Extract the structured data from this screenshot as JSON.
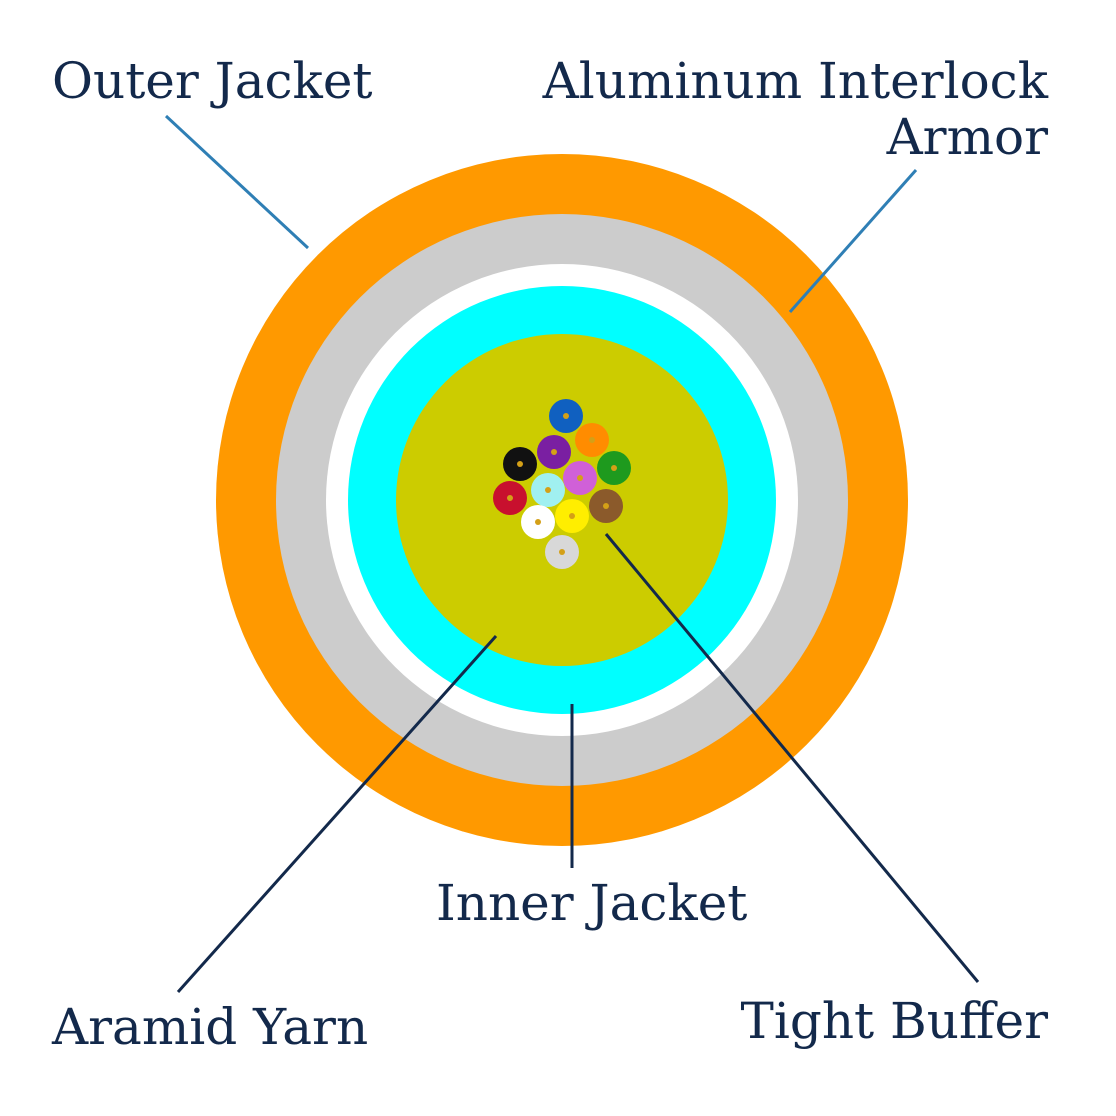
{
  "labels": {
    "outer_jacket": "Outer Jacket",
    "armor_line1": "Aluminum Interlock",
    "armor_line2": "Armor",
    "inner_jacket": "Inner Jacket",
    "aramid_yarn": "Aramid Yarn",
    "tight_buffer": "Tight Buffer"
  },
  "colors": {
    "text": "#13294b",
    "leader_blue": "#2f7fb5",
    "leader_dark": "#13294b",
    "outer_jacket": "#ff9900",
    "armor": "#cccccc",
    "gap": "#ffffff",
    "inner_jacket": "#00ffff",
    "aramid_yarn": "#cccc00",
    "fiber_dot": "#d4a017"
  },
  "fibers": [
    {
      "color": "#1060c0",
      "name": "blue-fiber"
    },
    {
      "color": "#ff8c00",
      "name": "orange-fiber"
    },
    {
      "color": "#7a1fa2",
      "name": "violet-fiber"
    },
    {
      "color": "#111111",
      "name": "black-fiber"
    },
    {
      "color": "#1e9a1e",
      "name": "green-fiber"
    },
    {
      "color": "#c8102e",
      "name": "red-fiber"
    },
    {
      "color": "#a0f0f0",
      "name": "aqua-fiber"
    },
    {
      "color": "#d060d8",
      "name": "rose-fiber"
    },
    {
      "color": "#8b5a2b",
      "name": "brown-fiber"
    },
    {
      "color": "#ffffff",
      "name": "white-fiber"
    },
    {
      "color": "#ffee00",
      "name": "yellow-fiber"
    },
    {
      "color": "#d8d8d8",
      "name": "slate-fiber"
    }
  ]
}
